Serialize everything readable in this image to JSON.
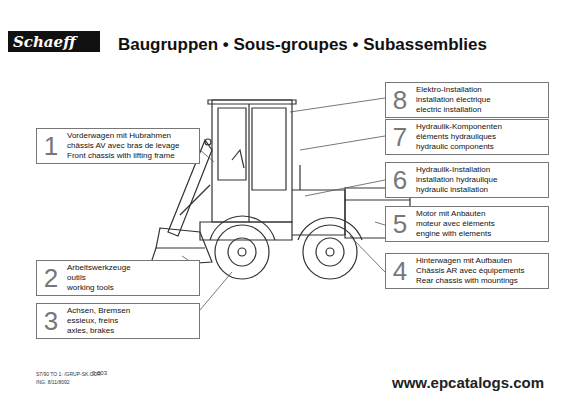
{
  "diagram": {
    "title": "Baugruppen • Sous-groupes • Subassemblies",
    "nodes": [
      {
        "text": [
          "1",
          "Vorderwagen mit Hubrahmen",
          "châssis AV avec bras de levage",
          "Front chassis with lifting frame"
        ]
      },
      {
        "text": [
          "2",
          "Arbeitswerkzeuge",
          "outils",
          "working tools"
        ]
      },
      {
        "text": [
          "3",
          "Achsen, Bremsen",
          "essieux, freins",
          "axles, brakes"
        ]
      },
      {
        "text": [
          "8",
          "Elektro-Installation",
          "installation électrique",
          "electric installation"
        ]
      },
      {
        "text": [
          "7",
          "Hydraulik-Komponenten",
          "éléments hydrauliques",
          "hydraulic components"
        ]
      },
      {
        "text": [
          "6",
          "Hydraulik-Installation",
          "installation hydraulique",
          "hydraulic installation"
        ]
      },
      {
        "text": [
          "5",
          "Motor mit Anbauten",
          "moteur avec éléments",
          "engine with elements"
        ]
      },
      {
        "text": [
          "4",
          "Hinterwagen mit Aufbauten",
          "Châssis AR avec équipements",
          "Rear chassis with mountings"
        ]
      }
    ],
    "labels": [
      "Schaeff",
      "S7/90 TO 1: /GRUP-SK.COR",
      "0.003",
      "ING. 8/11/8092",
      "www.epcatalogs.com"
    ]
  }
}
